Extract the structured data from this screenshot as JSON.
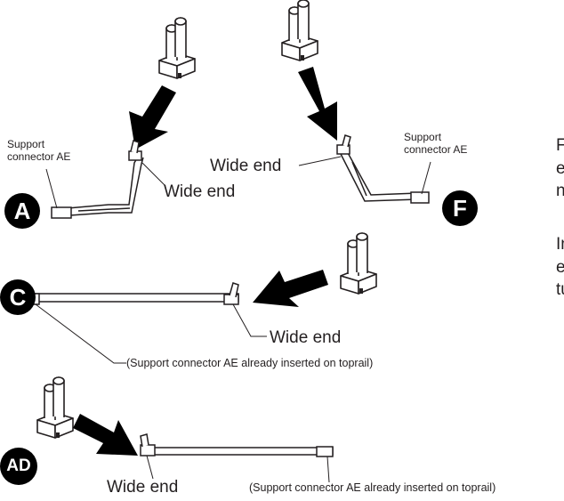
{
  "labels": {
    "support_connector": "Support\nconnector AE",
    "wide_end": "Wide end",
    "already_inserted": "(Support connector AE already inserted on toprail)"
  },
  "badges": {
    "a": "A",
    "f": "F",
    "c": "C",
    "ad": "AD"
  },
  "side_text": {
    "p1": [
      "F",
      "e",
      "n"
    ],
    "p2": [
      "In",
      "e",
      "tu"
    ]
  }
}
